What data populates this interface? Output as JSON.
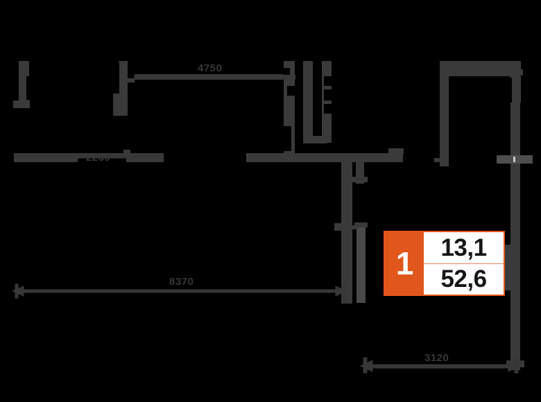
{
  "document": {
    "type": "apartment-floor-plan",
    "background_color": "#000000",
    "wall_color": "#3a3a3a",
    "wall_color_light": "#4a4a4a",
    "opening_color": "#000000",
    "dimension_color": "#373737"
  },
  "badge": {
    "accent_color": "#e0561b",
    "border_color": "#e8561b",
    "number": "1",
    "value_rooms": "13,1",
    "value_total": "52,6",
    "number_label": "apartment-count",
    "rooms_label": "living-area",
    "total_label": "total-area"
  },
  "dimensions": {
    "top_horizontal": {
      "name": "top-dimension",
      "text": "4750"
    },
    "left_horizontal": {
      "name": "left-wall-dimension",
      "text": "2260"
    },
    "bottom_horizontal": {
      "name": "bottom-dimension",
      "text": "8370"
    },
    "bottom_right_horizontal": {
      "name": "bottom-right-dimension",
      "text": "3120"
    }
  },
  "icons": {
    "arrow_left": "arrow-left-icon",
    "arrow_right": "arrow-right-icon"
  }
}
